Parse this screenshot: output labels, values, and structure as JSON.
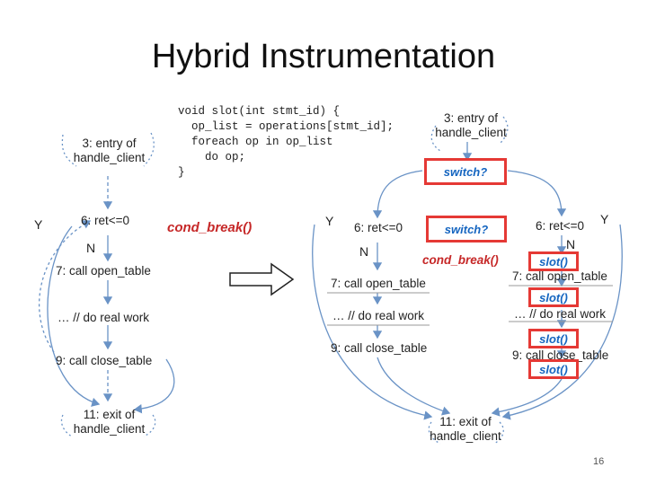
{
  "slide": {
    "title": "Hybrid Instrumentation",
    "page_number": "16"
  },
  "code": {
    "text": "void slot(int stmt_id) {\n  op_list = operations[stmt_id];\n  foreach op in op_list\n    do op;\n}"
  },
  "left_flow": {
    "entry": "3: entry of\nhandle_client",
    "cond": "6: ret<=0",
    "yes": "Y",
    "no": "N",
    "open": "7: call open_table",
    "work": "… // do real work",
    "close": "9: call close_table",
    "exit": "11: exit of\nhandle_client"
  },
  "cond_break": "cond_break()",
  "right_flow": {
    "entry": "3: entry of\nhandle_client",
    "switch_top": "switch?",
    "switch_mid": "switch?",
    "cond_left": "6: ret<=0",
    "cond_right": "6: ret<=0",
    "yes": "Y",
    "no": "N",
    "cond_break": "cond_break()",
    "open_left": "7: call open_table",
    "open_right": "7: call open_table",
    "work_left": "… // do real work",
    "work_right": "… // do real work",
    "close_left": "9: call close_table",
    "close_right": "9: call close_table",
    "slot_label": "slot()",
    "exit": "11: exit of\nhandle_client"
  },
  "colors": {
    "arrow": "#6a93c6",
    "highlight_border": "#e53935",
    "code_text": "#222222",
    "cond_break_text": "#c62828"
  }
}
